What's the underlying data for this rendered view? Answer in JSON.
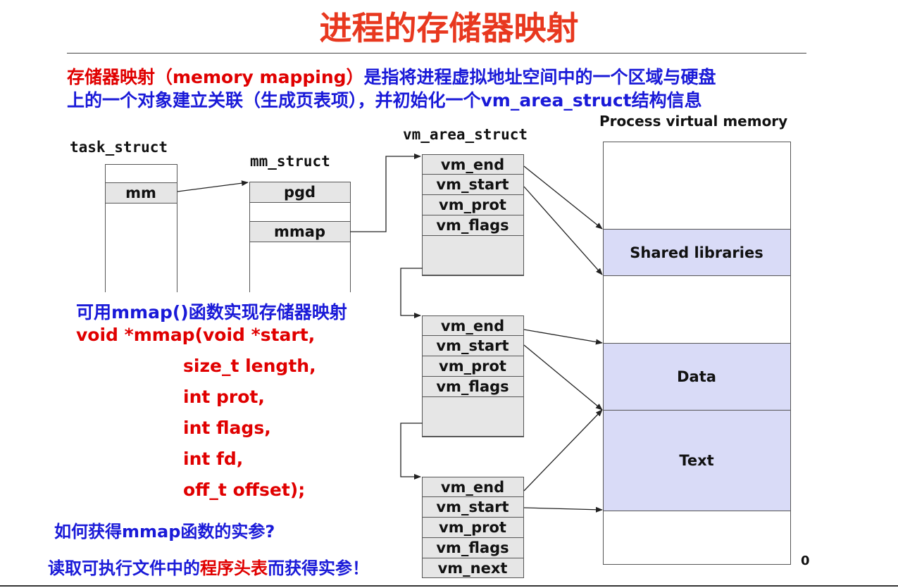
{
  "title": "进程的存储器映射",
  "intro": {
    "line1_red": "存储器映射（memory mapping）",
    "line1_blue": "是指将进程虚拟地址空间中的一个区域与硬盘",
    "line2": "上的一个对象建立关联（生成页表项），并初始化一个vm_area_struct结构信息"
  },
  "task_struct": {
    "label": "task_struct",
    "field": "mm"
  },
  "mm_struct": {
    "label": "mm_struct",
    "fields": [
      "pgd",
      "mmap"
    ]
  },
  "vm_area_struct": {
    "label": "vm_area_struct",
    "blocks": [
      [
        "vm_end",
        "vm_start",
        "vm_prot",
        "vm_flags"
      ],
      [
        "vm_end",
        "vm_start",
        "vm_prot",
        "vm_flags"
      ],
      [
        "vm_end",
        "vm_start",
        "vm_prot",
        "vm_flags",
        "vm_next"
      ]
    ]
  },
  "process_memory": {
    "label": "Process virtual memory",
    "regions": [
      "Shared libraries",
      "Data",
      "Text"
    ],
    "bottom_label": "0"
  },
  "mmap_text": {
    "heading": "可用mmap()函数实现存储器映射",
    "signature": [
      "void *mmap(void *start,",
      "size_t length,",
      "int prot,",
      "int flags,",
      "int fd,",
      "off_t offset);"
    ]
  },
  "question": "如何获得mmap函数的实参?",
  "answer": {
    "part1": "读取可执行文件中的",
    "part2_red": "程序头表",
    "part3": "而获得实参！"
  },
  "colors": {
    "title": "#e8381f",
    "red_text": "#e00000",
    "blue_text": "#1a1ad8",
    "field_fill": "#e6e6e6",
    "region_fill": "#d9dbf7"
  }
}
